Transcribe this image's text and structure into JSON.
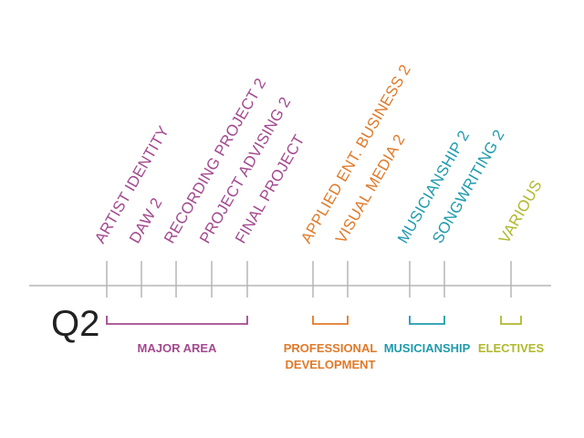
{
  "quarter": "Q2",
  "colors": {
    "axis": "#b5b5b5",
    "tick": "#b5b5b5",
    "quarter_text": "#222222",
    "major_area": "#a3498f",
    "professional_development": "#e07a2a",
    "musicianship": "#1f9bad",
    "electives": "#b0b82e"
  },
  "courses": [
    {
      "label": "ARTIST IDENTITY",
      "group": "major_area"
    },
    {
      "label": "DAW 2",
      "group": "major_area"
    },
    {
      "label": "RECORDING PROJECT 2",
      "group": "major_area"
    },
    {
      "label": "PROJECT ADVISING 2",
      "group": "major_area"
    },
    {
      "label": "FINAL PROJECT",
      "group": "major_area"
    },
    {
      "label": "APPLIED ENT. BUSINESS 2",
      "group": "professional_development"
    },
    {
      "label": "VISUAL MEDIA 2",
      "group": "professional_development"
    },
    {
      "label": "MUSICIANSHIP 2",
      "group": "musicianship"
    },
    {
      "label": "SONGWRITING 2",
      "group": "musicianship"
    },
    {
      "label": "VARIOUS",
      "group": "electives"
    }
  ],
  "groups": [
    {
      "key": "major_area",
      "label_lines": [
        "MAJOR AREA"
      ]
    },
    {
      "key": "professional_development",
      "label_lines": [
        "PROFESSIONAL",
        "DEVELOPMENT"
      ]
    },
    {
      "key": "musicianship",
      "label_lines": [
        "MUSICIANSHIP"
      ]
    },
    {
      "key": "electives",
      "label_lines": [
        "ELECTIVES"
      ]
    }
  ]
}
